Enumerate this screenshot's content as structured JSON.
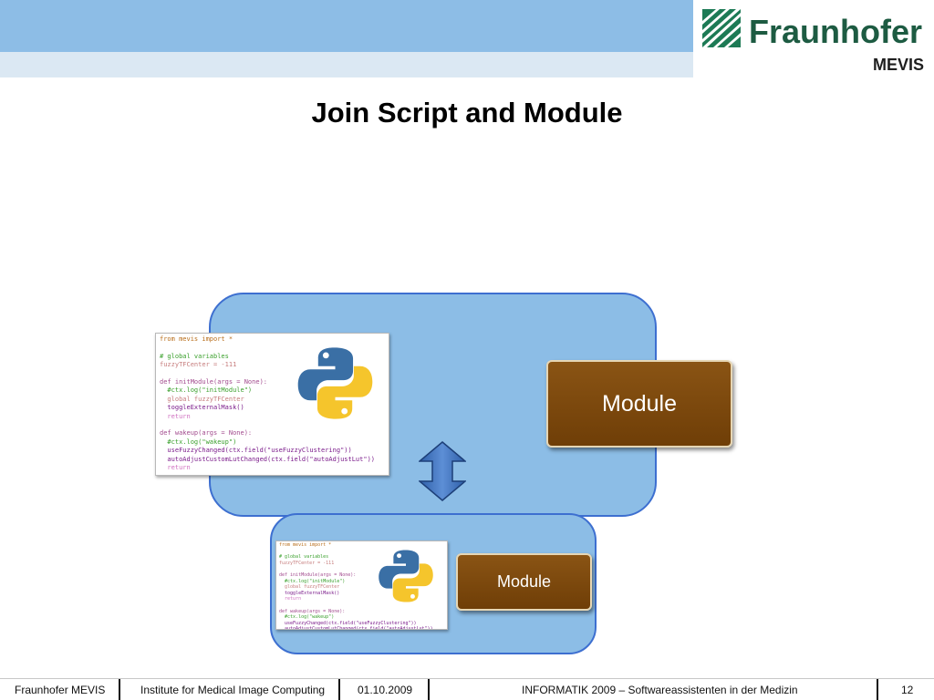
{
  "header": {
    "logo_text": "Fraunhofer",
    "logo_sub": "MEVIS",
    "logo_icon": "fraunhofer-stripes-icon"
  },
  "slide": {
    "title": "Join Script and Module"
  },
  "code_lines": [
    "from mevis import *",
    "",
    "# global variables",
    "fuzzyTFCenter = -111",
    "",
    "def initModule(args = None):",
    "  #ctx.log(\"initModule\")",
    "  global fuzzyTFCenter",
    "  toggleExternalMask()",
    "  return",
    "",
    "def wakeup(args = None):",
    "  #ctx.log(\"wakeup\")",
    "  useFuzzyChanged(ctx.field(\"useFuzzyClustering\"))",
    "  autoAdjustCustomLutChanged(ctx.field(\"autoAdjustLut\"))",
    "  return"
  ],
  "module_big": {
    "label": "Module"
  },
  "module_small": {
    "label": "Module"
  },
  "icons": {
    "python": "python-logo-icon",
    "arrow": "double-arrow-icon"
  },
  "colors": {
    "panel": "#8cbde6",
    "panel_border": "#3d6fd0",
    "module": "#7a4a10",
    "topbar": "#8dbde6",
    "logo_green": "#1d5b42"
  },
  "footer": {
    "org": "Fraunhofer MEVIS",
    "institute": "Institute for Medical Image Computing",
    "date": "01.10.2009",
    "event": "INFORMATIK 2009 – Softwareassistenten in der Medizin",
    "page": "12"
  }
}
